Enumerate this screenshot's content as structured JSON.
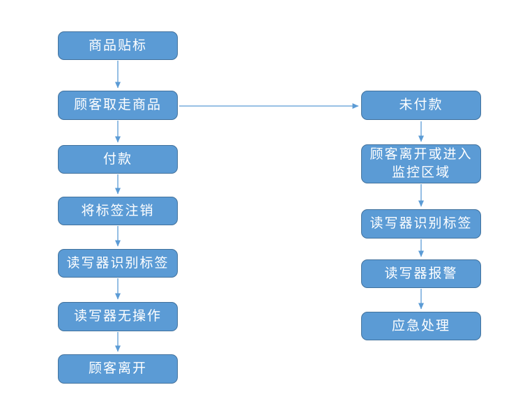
{
  "colors": {
    "node_fill": "#5b9bd5",
    "node_border": "#41719c",
    "arrow": "#5b9bd5",
    "text": "#ffffff",
    "background": "#ffffff"
  },
  "flow": {
    "left": [
      {
        "label": "商品贴标"
      },
      {
        "label": "顾客取走商品"
      },
      {
        "label": "付款"
      },
      {
        "label": "将标签注销"
      },
      {
        "label": "读写器识别标签"
      },
      {
        "label": "读写器无操作"
      },
      {
        "label": "顾客离开"
      }
    ],
    "right": [
      {
        "label": "未付款"
      },
      {
        "label": "顾客离开或进入\n监控区域"
      },
      {
        "label": "读写器识别标签"
      },
      {
        "label": "读写器报警"
      },
      {
        "label": "应急处理"
      }
    ],
    "edges": [
      {
        "from": "商品贴标",
        "to": "顾客取走商品"
      },
      {
        "from": "顾客取走商品",
        "to": "付款"
      },
      {
        "from": "付款",
        "to": "将标签注销"
      },
      {
        "from": "将标签注销",
        "to": "读写器识别标签"
      },
      {
        "from": "读写器识别标签",
        "to": "读写器无操作"
      },
      {
        "from": "读写器无操作",
        "to": "顾客离开"
      },
      {
        "from": "顾客取走商品",
        "to": "未付款"
      },
      {
        "from": "未付款",
        "to": "顾客离开或进入监控区域"
      },
      {
        "from": "顾客离开或进入监控区域",
        "to": "读写器识别标签"
      },
      {
        "from": "读写器识别标签",
        "to": "读写器报警"
      },
      {
        "from": "读写器报警",
        "to": "应急处理"
      }
    ]
  }
}
